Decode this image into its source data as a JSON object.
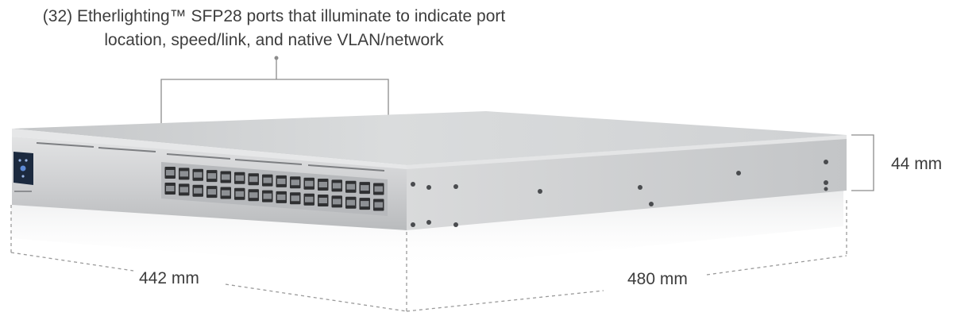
{
  "callout": {
    "line1": "(32) Etherlighting™ SFP28 ports that illuminate to indicate port",
    "line2": "location, speed/link, and native VLAN/network"
  },
  "dimensions": {
    "height": "44 mm",
    "width": "442 mm",
    "depth": "480 mm"
  },
  "device": {
    "port_count": 32,
    "body_color": "#c9cbcd",
    "top_color": "#d7d9db",
    "port_color": "#2f3032"
  }
}
